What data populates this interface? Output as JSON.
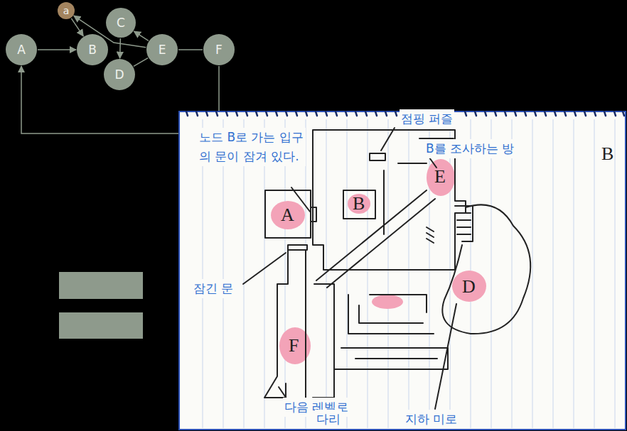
{
  "diagram": {
    "nodes": [
      {
        "text": [
          "a"
        ]
      },
      {
        "text": [
          "C"
        ]
      },
      {
        "text": [
          "A"
        ]
      },
      {
        "text": [
          "B"
        ]
      },
      {
        "text": [
          "E"
        ]
      },
      {
        "text": [
          "F"
        ]
      },
      {
        "text": [
          "D"
        ]
      }
    ],
    "edges": [
      {
        "from": 2,
        "to": 3,
        "arrow": "to"
      },
      {
        "from": 0,
        "to": 3,
        "arrow": "to"
      },
      {
        "from": 4,
        "to": 0,
        "arrow": "to"
      },
      {
        "from": 4,
        "to": 1,
        "arrow": "to"
      },
      {
        "from": 1,
        "to": 6,
        "arrow": "to"
      },
      {
        "from": 4,
        "to": 6,
        "arrow": "none"
      },
      {
        "from": 4,
        "to": 5,
        "arrow": "none"
      },
      {
        "from": 5,
        "to": 2,
        "arrow": "to"
      }
    ],
    "labels": [
      "노드 B로 가는 입구의 문이 잠겨 있다.",
      "점핑 퍼즐",
      "B를 조사하는 방",
      "잠긴 문",
      "다음 레벨로",
      "다리",
      "지하 미로",
      "A",
      "B",
      "E",
      "D",
      "F",
      "B"
    ]
  }
}
